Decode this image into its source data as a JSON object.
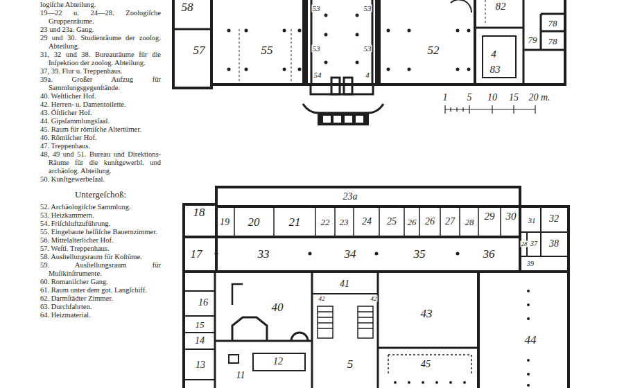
{
  "diagram": {
    "labels": [
      "logiſche Abteilung.",
      "19—22 u. 24—28. Zoologiſche Gruppenräume.",
      "23 und 23a. Gang.",
      "29 und 30. Studienräume der zoolog. Abteilung.",
      "31, 32 und 38. Bureauräume für die Inſpektion der zoolog. Abteilung.",
      "37, 39. Flur u. Treppenhaus.",
      "39a. Großer Aufzug für Sammlungsgegenſtände.",
      "40. Weſtlicher Hof.",
      "42. Herren- u. Damentoilette.",
      "43. Öſtlicher Hof.",
      "44. Gipsſammlungsſaal.",
      "45. Raum für römiſche Altertümer.",
      "46. Römiſcher Hof.",
      "47. Treppenhaus.",
      "48, 49 und 51. Bureau und Direktions-Räume für die kunſtgewerbl. und archäolog. Abteilung.",
      "50. Kunſtgewerbeſaal.",
      "Untergeſchoß:",
      "52. Archäologiſche Sammlung.",
      "53. Heizkammern.",
      "54. Friſchluftzuführung.",
      "55. Eingebaute heſſiſche Bauernzimmer.",
      "56. Mittelalterlicher Hof.",
      "57. Weſtl. Treppenhaus.",
      "58. Ausſtellungsraum für Koſtüme.",
      "59. Ausſtellungsraum für Muſikinſtrumente.",
      "60. Romaniſcher Gang.",
      "61. Raum unter dem got. Langſchiff.",
      "62. Darmſtädter Zimmer.",
      "63. Durchfahrten.",
      "64. Heizmaterial.",
      "58",
      "57",
      "55",
      "53",
      "53",
      "53",
      "53",
      "54",
      "4",
      "52",
      "82",
      "78",
      "79",
      "78",
      "4",
      "83",
      "1",
      "5",
      "10",
      "15",
      "20 m.",
      "23a",
      "18",
      "19",
      "20",
      "21",
      "22",
      "23",
      "24",
      "25",
      "26",
      "26",
      "27",
      "28",
      "29",
      "30",
      "31",
      "32",
      "17",
      "33",
      "34",
      "35",
      "36",
      "28",
      "37",
      "38",
      "39",
      "41",
      "40",
      "42",
      "42",
      "43",
      "44",
      "16",
      "15",
      "14",
      "13",
      "12",
      "11",
      "5",
      "45"
    ]
  }
}
